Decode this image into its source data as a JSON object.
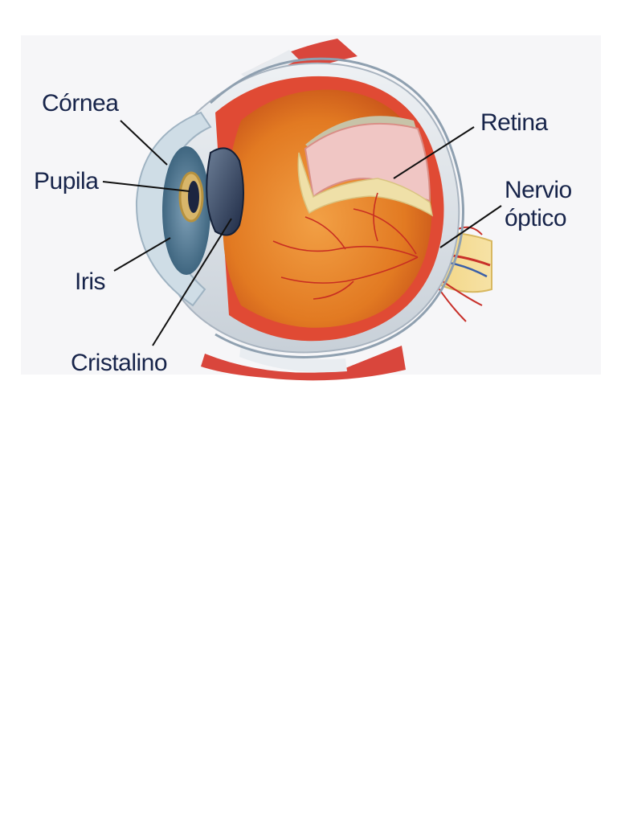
{
  "labels": {
    "cornea": "Córnea",
    "pupila": "Pupila",
    "iris": "Iris",
    "cristalino": "Cristalino",
    "retina": "Retina",
    "nervio_line1": "Nervio",
    "nervio_line2": "óptico"
  }
}
